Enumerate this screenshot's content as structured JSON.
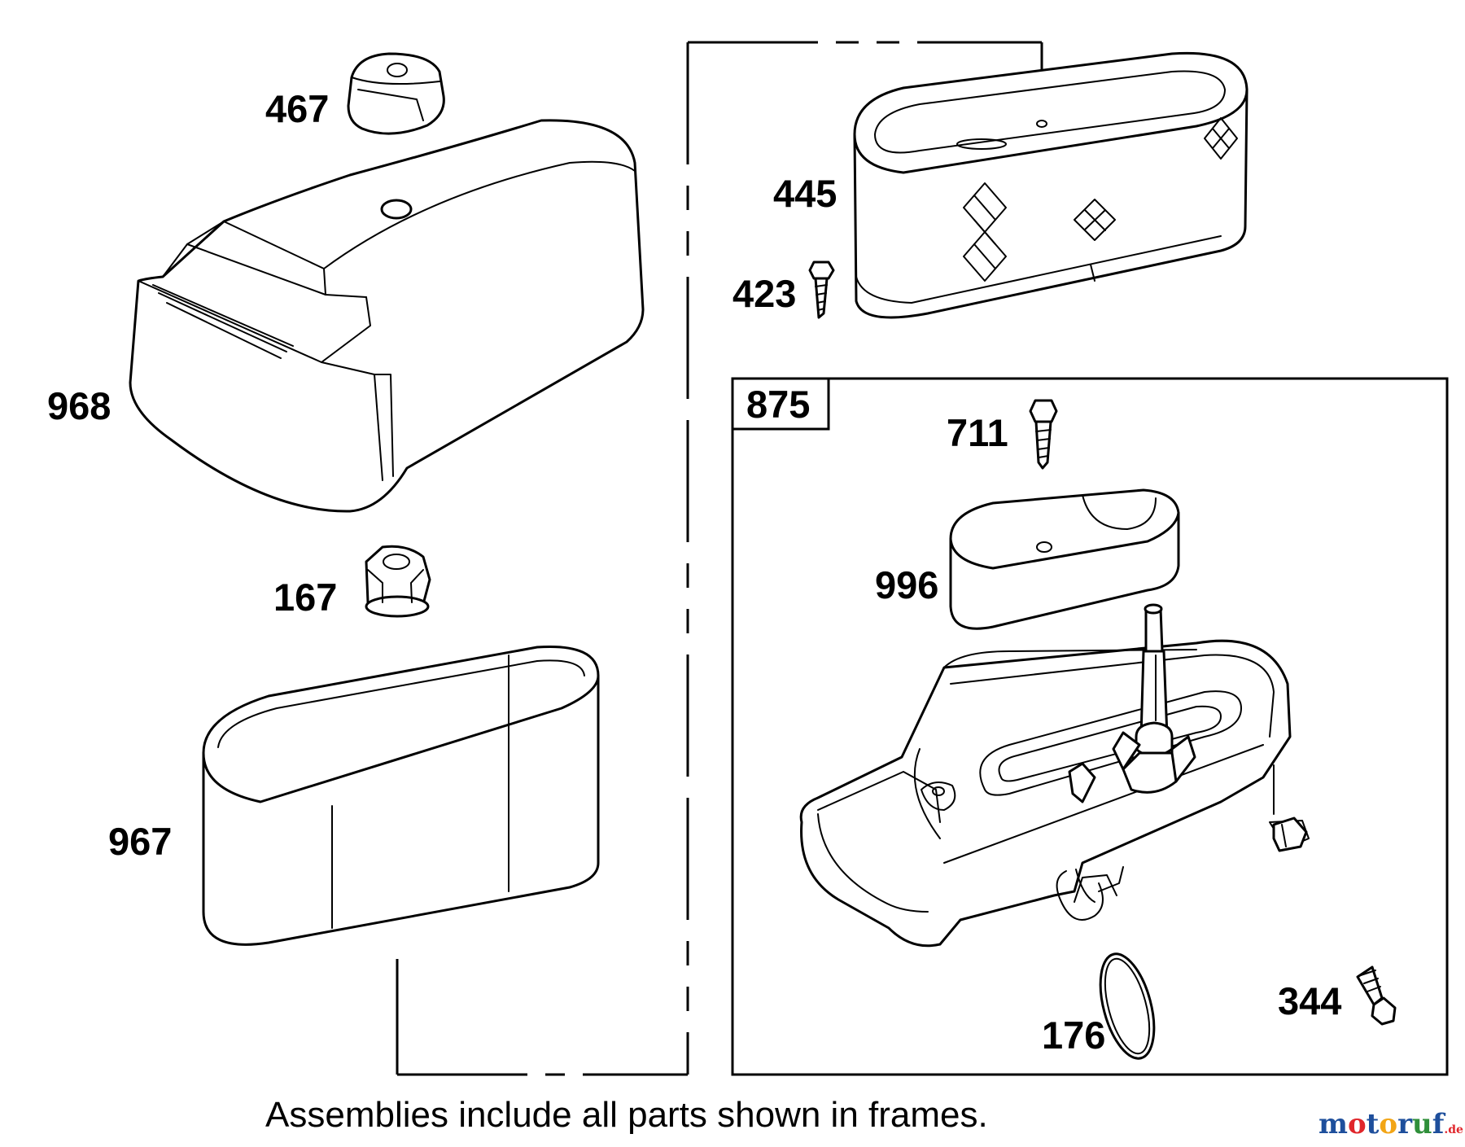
{
  "diagram": {
    "labels": {
      "p467": "467",
      "p968": "968",
      "p167": "167",
      "p967": "967",
      "p445": "445",
      "p423": "423",
      "p875": "875",
      "p711": "711",
      "p996": "996",
      "p344": "344",
      "p176": "176"
    },
    "caption": "Assemblies include all parts shown in frames.",
    "watermark": {
      "m": "m",
      "o1": "o",
      "t": "t",
      "o2": "o",
      "r": "r",
      "u": "u",
      "f": "f",
      "suffix": ".de"
    }
  },
  "colors": {
    "line": "#000000",
    "background": "#ffffff",
    "wm_m": "#1e4f9c",
    "wm_o1": "#e0262b",
    "wm_t": "#1e4f9c",
    "wm_o2": "#f2a516",
    "wm_r": "#1e4f9c",
    "wm_u": "#2f8f3a",
    "wm_f": "#1e4f9c"
  }
}
